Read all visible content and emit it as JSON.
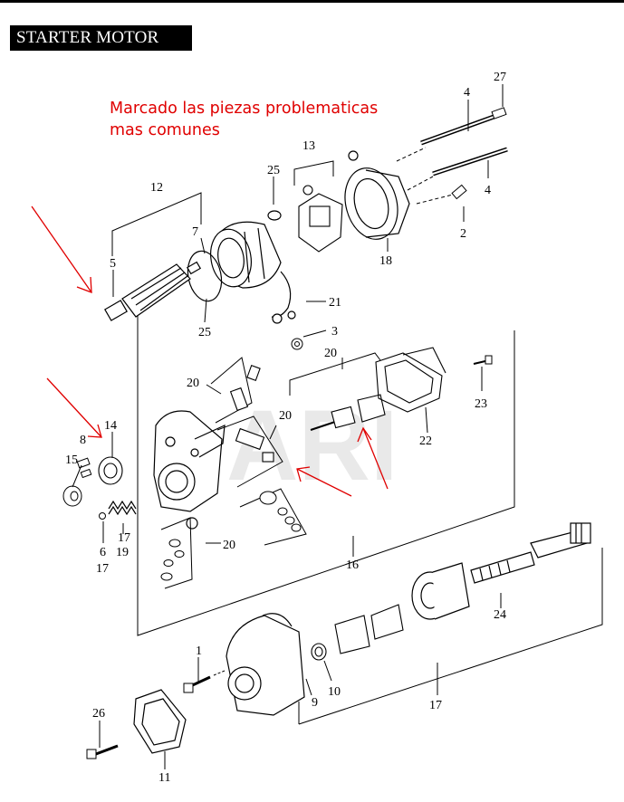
{
  "title": "STARTER MOTOR",
  "annotation": {
    "line1": "Marcado las piezas problematicas",
    "line2": "mas comunes",
    "color": "#e00000"
  },
  "watermark": "ARI",
  "callouts": [
    "27",
    "4",
    "13",
    "25",
    "12",
    "4",
    "7",
    "2",
    "5",
    "18",
    "21",
    "3",
    "25",
    "20",
    "23",
    "20",
    "20",
    "14",
    "8",
    "22",
    "15",
    "17",
    "19",
    "6",
    "17",
    "20",
    "16",
    "24",
    "1",
    "10",
    "9",
    "17",
    "26",
    "11"
  ],
  "part_numbers": {
    "p1": "1",
    "p2": "2",
    "p3": "3",
    "p4a": "4",
    "p4b": "4",
    "p5": "5",
    "p6": "6",
    "p7": "7",
    "p8": "8",
    "p9": "9",
    "p10": "10",
    "p11": "11",
    "p12": "12",
    "p13": "13",
    "p14": "14",
    "p15": "15",
    "p16": "16",
    "p17a": "17",
    "p17b": "17",
    "p17c": "17",
    "p18": "18",
    "p19": "19",
    "p20a": "20",
    "p20b": "20",
    "p20c": "20",
    "p20d": "20",
    "p21": "21",
    "p22": "22",
    "p23": "23",
    "p24": "24",
    "p25a": "25",
    "p25b": "25",
    "p26": "26",
    "p27": "27"
  }
}
